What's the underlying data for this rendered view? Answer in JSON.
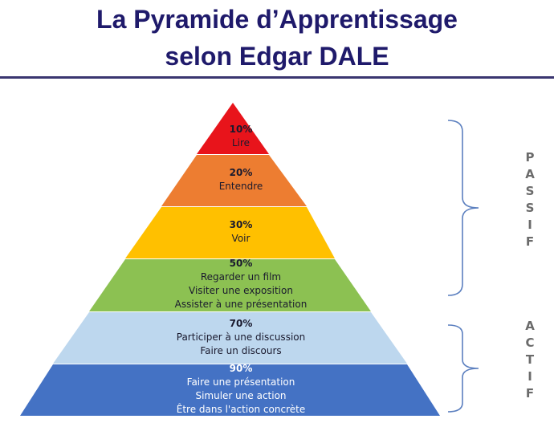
{
  "title": {
    "line1": "La Pyramide d’Apprentissage",
    "line2": "selon Edgar DALE"
  },
  "colors": {
    "title": "#1f1a6b",
    "level_1": "#e8141b",
    "level_2": "#ed7d31",
    "level_3": "#ffc000",
    "level_4": "#8cc152",
    "level_5": "#bdd7ee",
    "level_6": "#4472c4",
    "brace": "#5b7fbf",
    "side_letters": "#6b6b6b"
  },
  "levels": [
    {
      "percent": "10%",
      "lines": [
        "Lire"
      ]
    },
    {
      "percent": "20%",
      "lines": [
        "Entendre"
      ]
    },
    {
      "percent": "30%",
      "lines": [
        "Voir"
      ]
    },
    {
      "percent": "50%",
      "lines": [
        "Regarder un film",
        "Visiter une exposition",
        "Assister à une présentation"
      ]
    },
    {
      "percent": "70%",
      "lines": [
        "Participer à une discussion",
        "Faire un discours"
      ]
    },
    {
      "percent": "90%",
      "lines": [
        "Faire une présentation",
        "Simuler une action",
        "Être dans l'action concrète"
      ]
    }
  ],
  "side_labels": {
    "passif": [
      "P",
      "A",
      "S",
      "S",
      "I",
      "F"
    ],
    "actif": [
      "A",
      "C",
      "T",
      "I",
      "F"
    ]
  }
}
